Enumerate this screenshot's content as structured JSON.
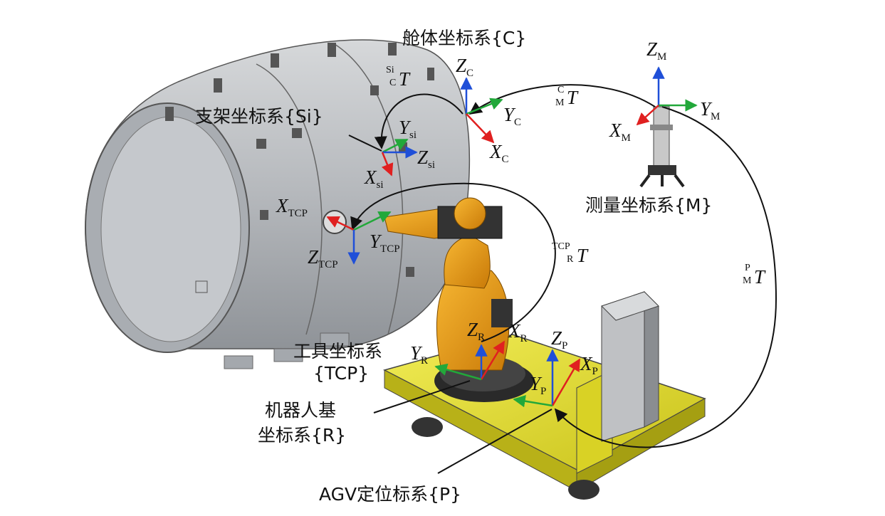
{
  "labels": {
    "cabin": "舱体坐标系{C}",
    "bracket": "支架坐标系{Si}",
    "measure": "测量坐标系{M}",
    "tool_line1": "工具坐标系",
    "tool_line2": "{TCP}",
    "robot_line1": "机器人基",
    "robot_line2": "坐标系{R}",
    "agv": "AGV定位标系{P}"
  },
  "axes": {
    "ZC": {
      "v": "Z",
      "s": "C"
    },
    "YC": {
      "v": "Y",
      "s": "C"
    },
    "XC": {
      "v": "X",
      "s": "C"
    },
    "ZM": {
      "v": "Z",
      "s": "M"
    },
    "YM": {
      "v": "Y",
      "s": "M"
    },
    "XM": {
      "v": "X",
      "s": "M"
    },
    "Ysi": {
      "v": "Y",
      "s": "si"
    },
    "Zsi": {
      "v": "Z",
      "s": "si"
    },
    "Xsi": {
      "v": "X",
      "s": "si"
    },
    "XTCP": {
      "v": "X",
      "s": "TCP"
    },
    "YTCP": {
      "v": "Y",
      "s": "TCP"
    },
    "ZTCP": {
      "v": "Z",
      "s": "TCP"
    },
    "ZR": {
      "v": "Z",
      "s": "R"
    },
    "XR": {
      "v": "X",
      "s": "R"
    },
    "YR": {
      "v": "Y",
      "s": "R"
    },
    "ZP": {
      "v": "Z",
      "s": "P"
    },
    "XP": {
      "v": "X",
      "s": "P"
    },
    "YP": {
      "v": "Y",
      "s": "P"
    }
  },
  "transforms": {
    "SiC": {
      "sup": "Si",
      "sub": "C",
      "v": "T"
    },
    "CM": {
      "sup": "C",
      "sub": "M",
      "v": "T"
    },
    "TCPR": {
      "sup": "TCP",
      "sub": "R",
      "v": "T"
    },
    "PM": {
      "sup": "P",
      "sub": "M",
      "v": "T"
    }
  },
  "colors": {
    "x_axis": "#e02020",
    "y_axis": "#22a83a",
    "z_axis": "#1f4fd8",
    "cylinder": "#b9bcc0",
    "robot": "#f0a010",
    "agv": "#e6df2a"
  }
}
